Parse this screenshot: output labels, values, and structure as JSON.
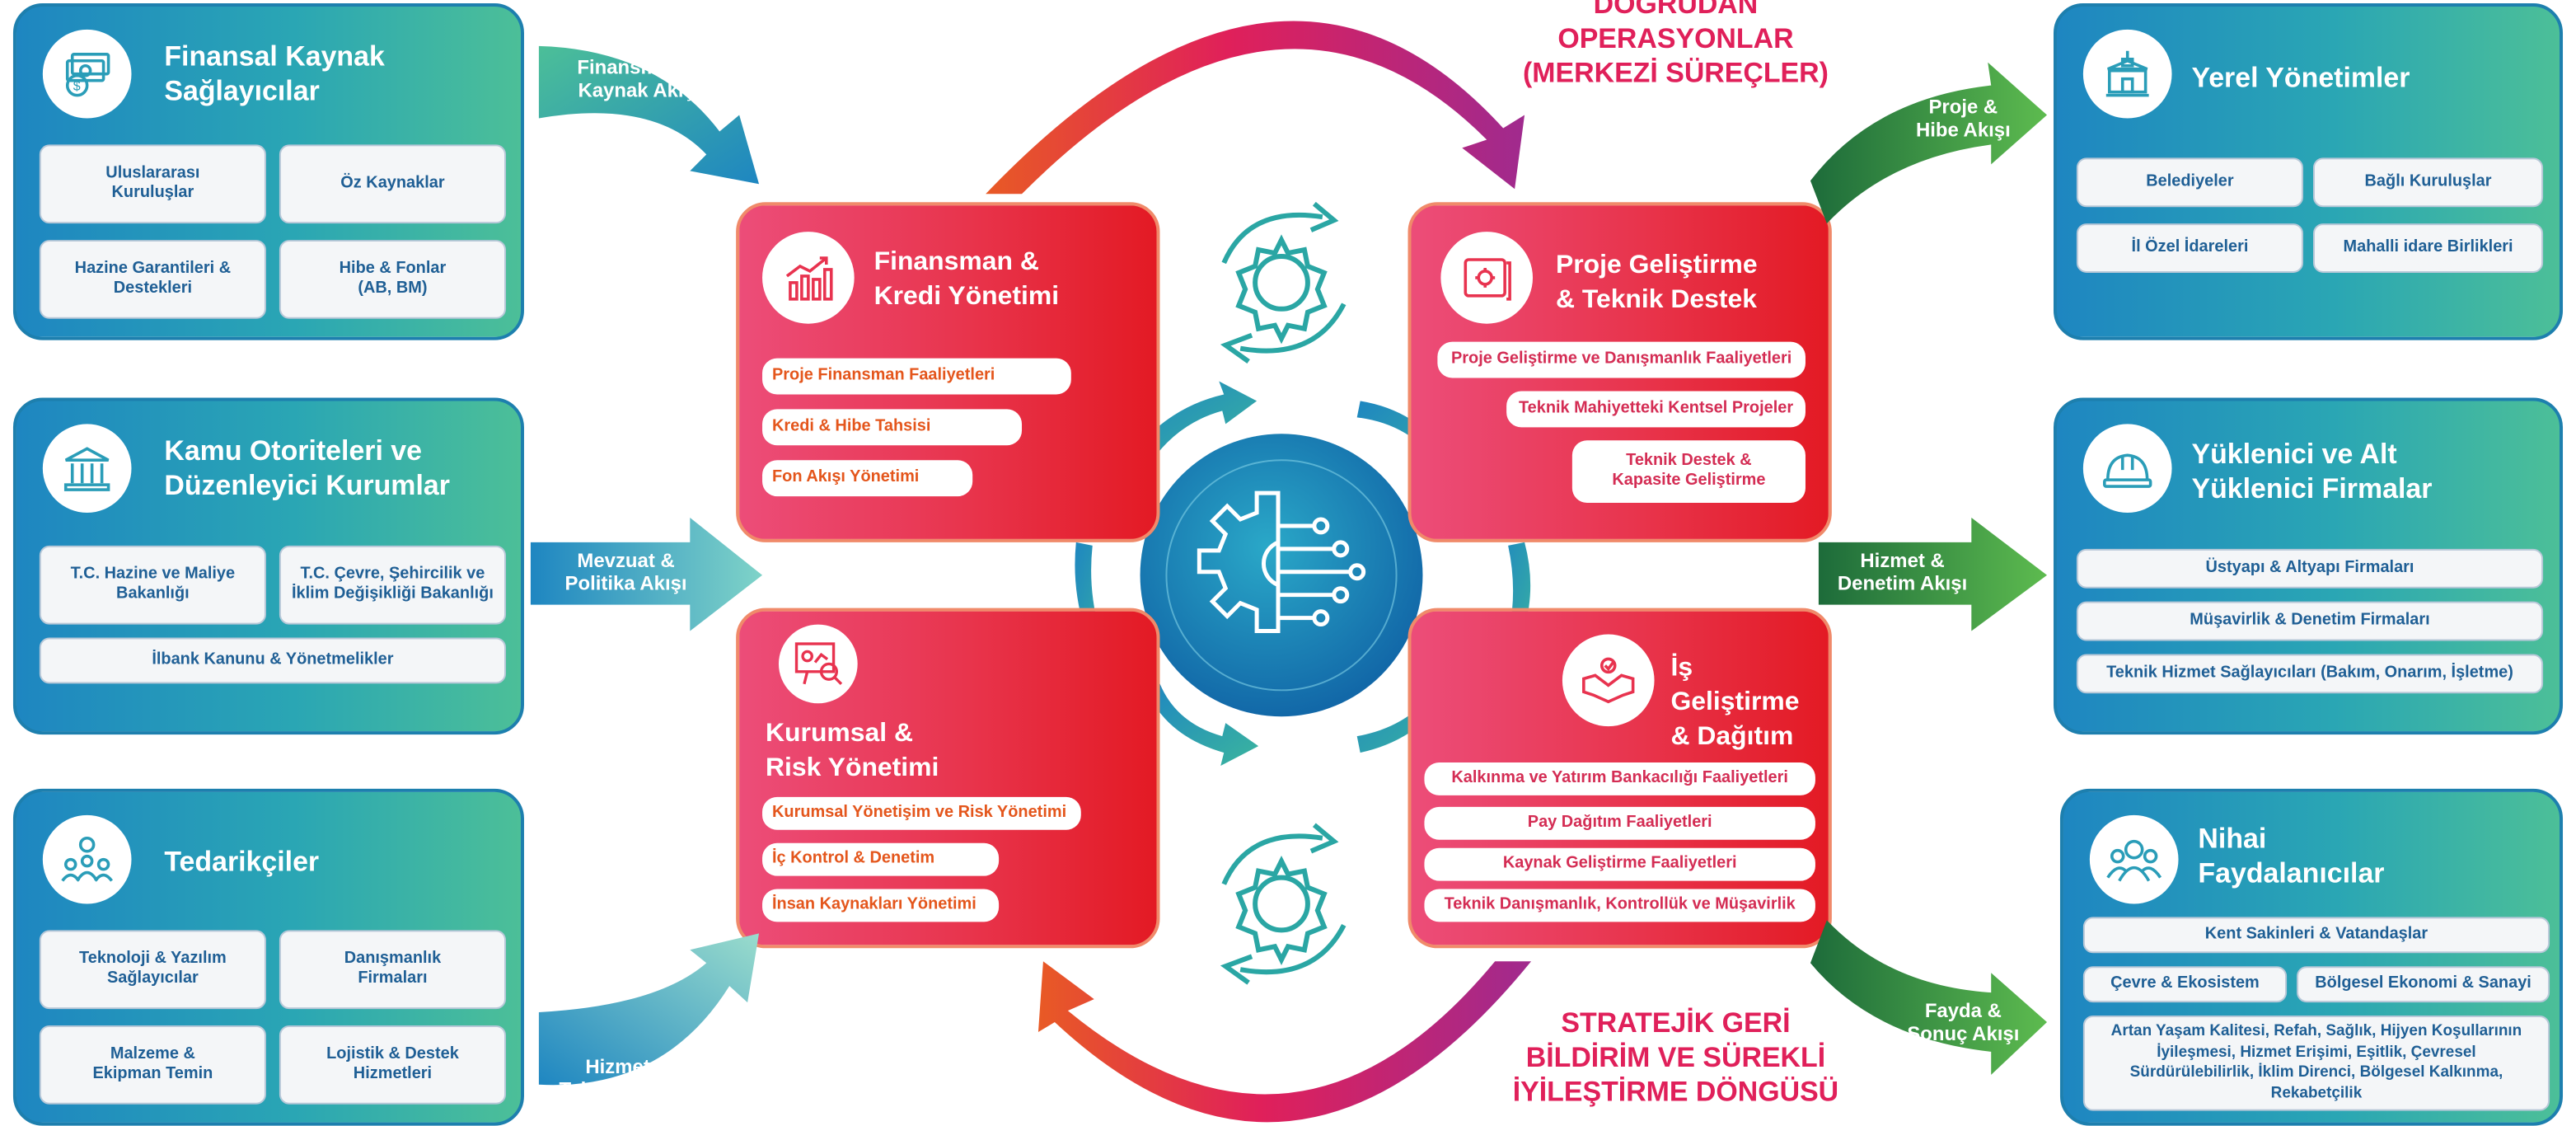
{
  "left_panels": [
    {
      "title": "Finansal Kaynak\nSağlayıcılar",
      "icon": "money-icon",
      "items": [
        "Uluslararası\nKuruluşlar",
        "Öz Kaynaklar",
        "Hazine Garantileri &\nDestekleri",
        "Hibe & Fonlar\n(AB, BM)"
      ]
    },
    {
      "title": "Kamu Otoriteleri ve\nDüzenleyici Kurumlar",
      "icon": "government-building-icon",
      "items": [
        "T.C. Hazine ve Maliye\nBakanlığı",
        "T.C. Çevre, Şehircilik ve\nİklim Değişikliği Bakanlığı",
        "İlbank Kanunu & Yönetmelikler"
      ]
    },
    {
      "title": "Tedarikçiler",
      "icon": "team-gear-icon",
      "items": [
        "Teknoloji & Yazılım\nSağlayıcılar",
        "Danışmanlık\nFirmaları",
        "Malzeme &\nEkipman Temin",
        "Lojistik & Destek\nHizmetleri"
      ]
    }
  ],
  "right_panels": [
    {
      "title": "Yerel Yönetimler",
      "icon": "city-hall-icon",
      "items": [
        "Belediyeler",
        "Bağlı Kuruluşlar",
        "İl Özel İdareleri",
        "Mahalli idare Birlikleri"
      ]
    },
    {
      "title": "Yüklenici ve Alt\nYüklenici Firmalar",
      "icon": "hard-hat-icon",
      "items": [
        "Üstyapı & Altyapı Firmaları",
        "Müşavirlik & Denetim Firmaları",
        "Teknik Hizmet Sağlayıcıları (Bakım, Onarım, İşletme)"
      ]
    },
    {
      "title": "Nihai\nFaydalanıcılar",
      "icon": "people-icon",
      "items": [
        "Kent Sakinleri & Vatandaşlar",
        "Çevre & Ekosistem",
        "Bölgesel Ekonomi & Sanayi",
        "Artan Yaşam Kalitesi, Refah, Sağlık, Hijyen Koşullarının\nİyileşmesi, Hizmet Erişimi, Eşitlik, Çevresel\nSürdürülebilirlik, İklim Direnci, Bölgesel Kalkınma,\nRekabetçilik"
      ]
    }
  ],
  "center_panels": [
    {
      "title": "Finansman &\nKredi Yönetimi",
      "icon": "bar-chart-icon",
      "items": [
        "Proje Finansman Faaliyetleri",
        "Kredi & Hibe Tahsisi",
        "Fon Akışı Yönetimi"
      ]
    },
    {
      "title": "Proje Geliştirme\n& Teknik Destek",
      "icon": "blueprint-icon",
      "items": [
        "Proje Geliştirme ve Danışmanlık Faaliyetleri",
        "Teknik Mahiyetteki Kentsel Projeler",
        "Teknik Destek &\nKapasite Geliştirme"
      ]
    },
    {
      "title": "Kurumsal &\nRisk Yönetimi",
      "icon": "presentation-analysis-icon",
      "items": [
        "Kurumsal Yönetişim ve Risk Yönetimi",
        "İç Kontrol & Denetim",
        "İnsan Kaynakları Yönetimi"
      ]
    },
    {
      "title": "İş Geliştirme\n& Dağıtım",
      "icon": "handshake-icon",
      "items": [
        "Kalkınma ve Yatırım Bankacılığı Faaliyetleri",
        "Pay Dağıtım Faaliyetleri",
        "Kaynak Geliştirme Faaliyetleri",
        "Teknik Danışmanlık, Kontrollük ve Müşavirlik"
      ]
    }
  ],
  "flows": {
    "finance": "Finansman &\nKaynak Akışı",
    "policy": "Mevzuat &\nPolitika Akışı",
    "service_tech": "Hizmet &\nTeknoloji Akışı",
    "project_grant": "Proje &\nHibe Akışı",
    "service_audit": "Hizmet &\nDenetim Akışı",
    "benefit": "Fayda &\nSonuç Akışı"
  },
  "top_text": "DOĞRUDAN\nOPERASYONLAR\n(MERKEZİ SÜREÇLER)",
  "bottom_text": "STRATEJİK GERİ\nBİLDİRİM VE SÜREKLİ\nİYİLEŞTİRME DÖNGÜSÜ",
  "colors": {
    "teal_start": "#1e86c1",
    "teal_end": "#4cbf98",
    "red_start": "#ec4d79",
    "red_end": "#e31a24",
    "dark_blue": "#1f5f95"
  }
}
